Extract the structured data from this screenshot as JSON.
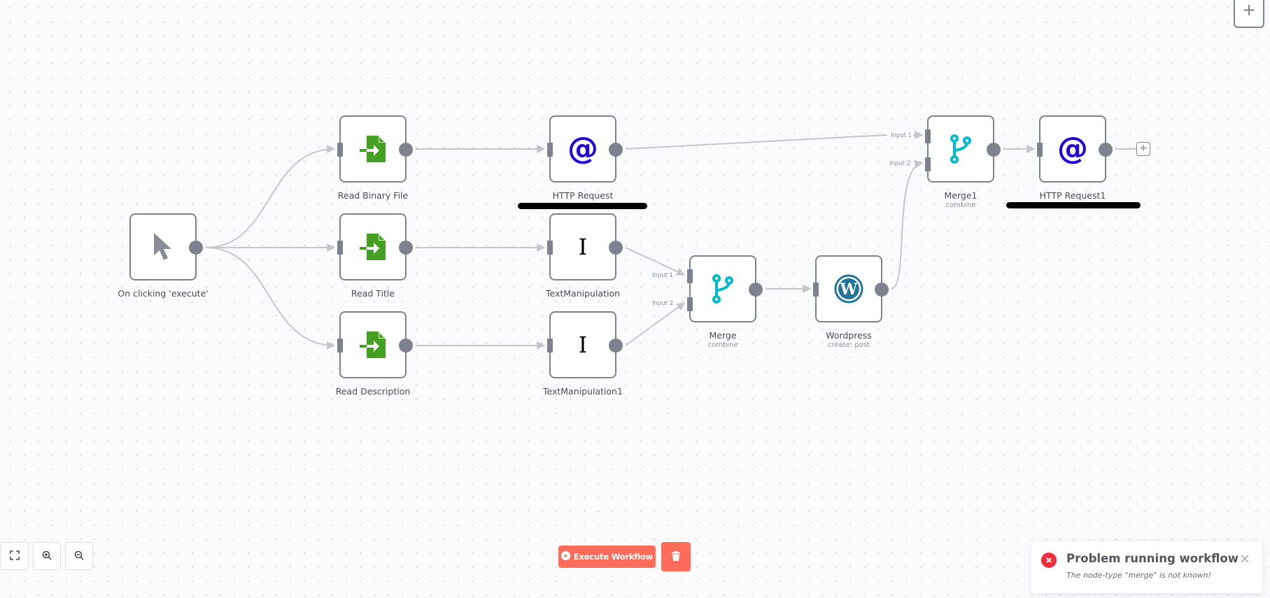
{
  "canvas": {
    "nodes": [
      {
        "id": "trigger",
        "label": "On clicking 'execute'",
        "subtitle": "",
        "icon": "cursor-icon",
        "icon_color": "#8c8c96",
        "has_input": false
      },
      {
        "id": "read-binary-file",
        "label": "Read Binary File",
        "subtitle": "",
        "icon": "file-import-icon",
        "icon_color": "#44a023",
        "has_input": true
      },
      {
        "id": "read-title",
        "label": "Read Title",
        "subtitle": "",
        "icon": "file-import-icon",
        "icon_color": "#44a023",
        "has_input": true
      },
      {
        "id": "read-description",
        "label": "Read Description",
        "subtitle": "",
        "icon": "file-import-icon",
        "icon_color": "#44a023",
        "has_input": true
      },
      {
        "id": "http-request",
        "label": "HTTP Request",
        "subtitle": "",
        "icon": "at-icon",
        "icon_color": "#2200dd",
        "has_input": true
      },
      {
        "id": "text-manipulation",
        "label": "TextManipulation",
        "subtitle": "",
        "icon": "text-cursor-icon",
        "icon_color": "#000000",
        "has_input": true
      },
      {
        "id": "text-manipulation1",
        "label": "TextManipulation1",
        "subtitle": "",
        "icon": "text-cursor-icon",
        "icon_color": "#000000",
        "has_input": true
      },
      {
        "id": "merge",
        "label": "Merge",
        "subtitle": "combine",
        "icon": "merge-icon",
        "icon_color": "#00bbcc",
        "has_input": true
      },
      {
        "id": "wordpress",
        "label": "Wordpress",
        "subtitle": "create: post",
        "icon": "wordpress-icon",
        "icon_color": "#21759b",
        "has_input": true
      },
      {
        "id": "merge1",
        "label": "Merge1",
        "subtitle": "combine",
        "icon": "merge-icon",
        "icon_color": "#00bbcc",
        "has_input": true
      },
      {
        "id": "http-request1",
        "label": "HTTP Request1",
        "subtitle": "",
        "icon": "at-icon",
        "icon_color": "#2200dd",
        "has_input": true
      }
    ],
    "input_labels": {
      "input1": "Input 1",
      "input2": "Input 2"
    },
    "connections": [
      [
        "trigger",
        "read-binary-file"
      ],
      [
        "trigger",
        "read-title"
      ],
      [
        "trigger",
        "read-description"
      ],
      [
        "read-binary-file",
        "http-request"
      ],
      [
        "read-title",
        "text-manipulation"
      ],
      [
        "read-description",
        "text-manipulation1"
      ],
      [
        "text-manipulation",
        "merge.1"
      ],
      [
        "text-manipulation1",
        "merge.2"
      ],
      [
        "merge",
        "wordpress"
      ],
      [
        "http-request",
        "merge1.1"
      ],
      [
        "wordpress",
        "merge1.2"
      ],
      [
        "merge1",
        "http-request1"
      ]
    ],
    "add_node_symbol": "+",
    "node_creator_symbol": "+"
  },
  "controls": {
    "zoom_to_fit": "fullscreen-icon",
    "zoom_in": "zoom-in-icon",
    "zoom_out": "zoom-out-icon"
  },
  "toolbar": {
    "execute_label": "Execute Workflow",
    "execute_color": "#ff6d5a"
  },
  "toast": {
    "title": "Problem running workflow",
    "message": "The node-type \"merge\" is not known!",
    "error_color": "#f22c3d"
  }
}
